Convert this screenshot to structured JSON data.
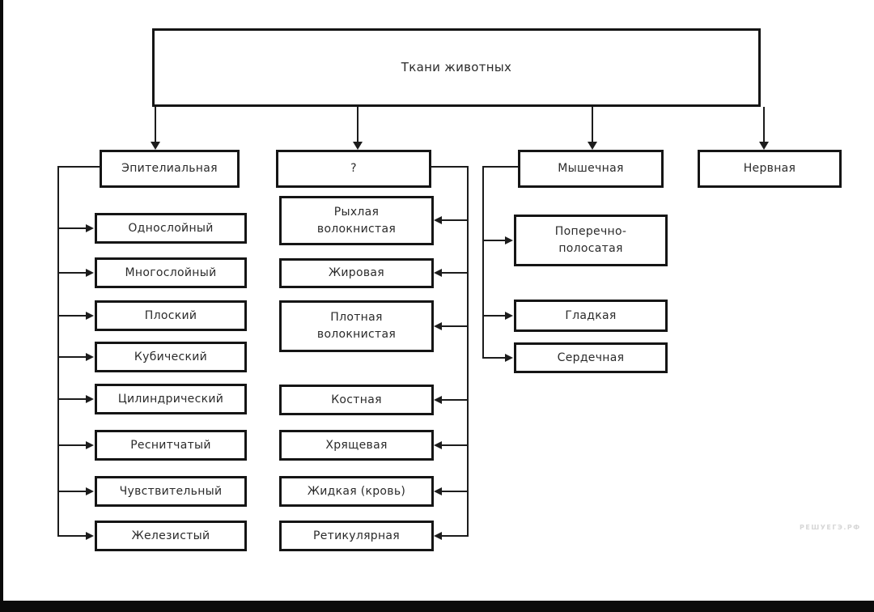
{
  "title": "Ткани животных",
  "watermark": "РЕШУЕГЭ.РФ",
  "colors": {
    "background": "#ffffff",
    "box_border": "#151515",
    "line": "#1c1c1c",
    "text": "#2b2b2b",
    "watermark": "#d6d6d6"
  },
  "tree": {
    "root": "Ткани животных",
    "branches": [
      {
        "label": "Эпителиальная",
        "children": [
          "Однослойный",
          "Многослойный",
          "Плоский",
          "Кубический",
          "Цилиндрический",
          "Реснитчатый",
          "Чувствительный",
          "Железистый"
        ]
      },
      {
        "label": "?",
        "children": [
          "Рыхлая\nволокнистая",
          "Жировая",
          "Плотная\nволокнистая",
          "Костная",
          "Хрящевая",
          "Жидкая (кровь)",
          "Ретикулярная"
        ]
      },
      {
        "label": "Мышечная",
        "children": [
          "Поперечно-\nполосатая",
          "Гладкая",
          "Сердечная"
        ]
      },
      {
        "label": "Нервная",
        "children": []
      }
    ]
  }
}
